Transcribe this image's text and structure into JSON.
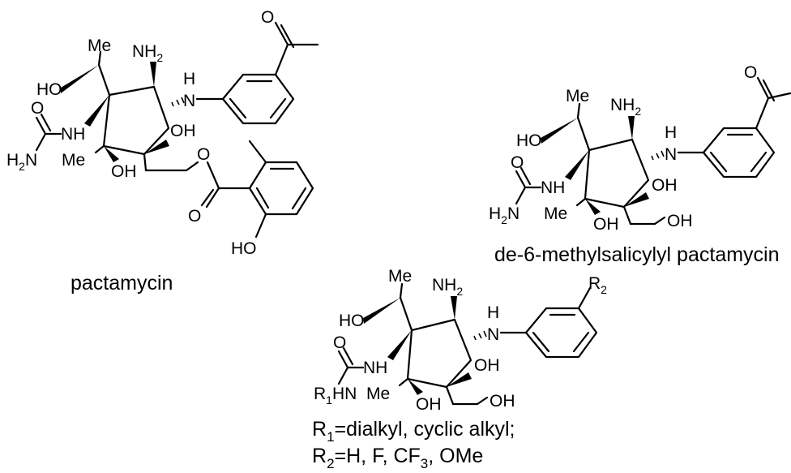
{
  "compounds": [
    {
      "id": "pactamycin",
      "caption": "pactamycin",
      "atoms": {
        "me_top": "Me",
        "nh2_N": "NH",
        "nh2_sub": "2",
        "nh_link_N": "N",
        "nh_link_H": "H",
        "ho_side": "HO",
        "urea_O": "O",
        "urea_NH": "NH",
        "h2n_H": "H",
        "h2n_sub": "2",
        "h2n_N": "N",
        "me_ring": "Me",
        "oh_ring": "OH",
        "oh_quat": "OH",
        "ester_O": "O",
        "carbonyl_O": "O",
        "phenol_HO": "HO",
        "ketone_O": "O"
      }
    },
    {
      "id": "de-6-methylsalicylyl-pactamycin",
      "caption": "de-6-methylsalicylyl pactamycin",
      "atoms": {
        "me_top": "Me",
        "nh2_N": "NH",
        "nh2_sub": "2",
        "nh_link_N": "N",
        "nh_link_H": "H",
        "ho_side": "HO",
        "urea_O": "O",
        "urea_NH": "NH",
        "h2n_H": "H",
        "h2n_sub": "2",
        "h2n_N": "N",
        "me_ring": "Me",
        "oh_ring": "OH",
        "oh_quat": "OH",
        "oh_ch2": "OH",
        "ketone_O": "O"
      }
    },
    {
      "id": "analog",
      "caption_lines": [
        {
          "r": "R",
          "sub": "1",
          "text": "=dialkyl, cyclic alkyl;"
        },
        {
          "r": "R",
          "sub": "2",
          "text": "=H, F, CF",
          "sub2": "3",
          "tail": ", OMe"
        }
      ],
      "atoms": {
        "me_top": "Me",
        "nh2_N": "NH",
        "nh2_sub": "2",
        "nh_link_N": "N",
        "nh_link_H": "H",
        "ho_side": "HO",
        "urea_O": "O",
        "urea_NH": "NH",
        "r1_R": "R",
        "r1_sub": "1",
        "r1_HN": "HN",
        "me_ring": "Me",
        "oh_ring": "OH",
        "oh_quat": "OH",
        "oh_ch2": "OH",
        "r2_R": "R",
        "r2_sub": "2"
      }
    }
  ]
}
